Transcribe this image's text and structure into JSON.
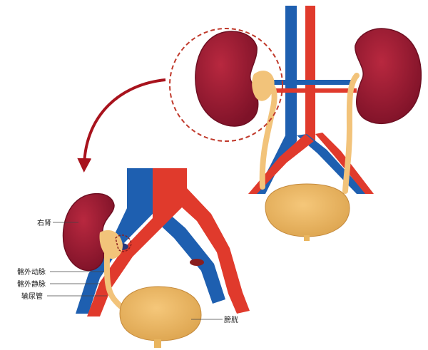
{
  "labels": {
    "right_kidney": "右肾",
    "external_iliac_artery": "髂外动脉",
    "external_iliac_vein": "髂外静脉",
    "ureter": "输尿管",
    "bladder": "膀胱"
  },
  "colors": {
    "kidney": "#9e1b32",
    "kidney_edge": "#6e0f22",
    "artery": "#e03a2c",
    "vein": "#1e5fb0",
    "ureter": "#f2c37a",
    "bladder": "#e9b55f",
    "highlight_circle": "#c0392b",
    "arrow": "#a8131d"
  }
}
